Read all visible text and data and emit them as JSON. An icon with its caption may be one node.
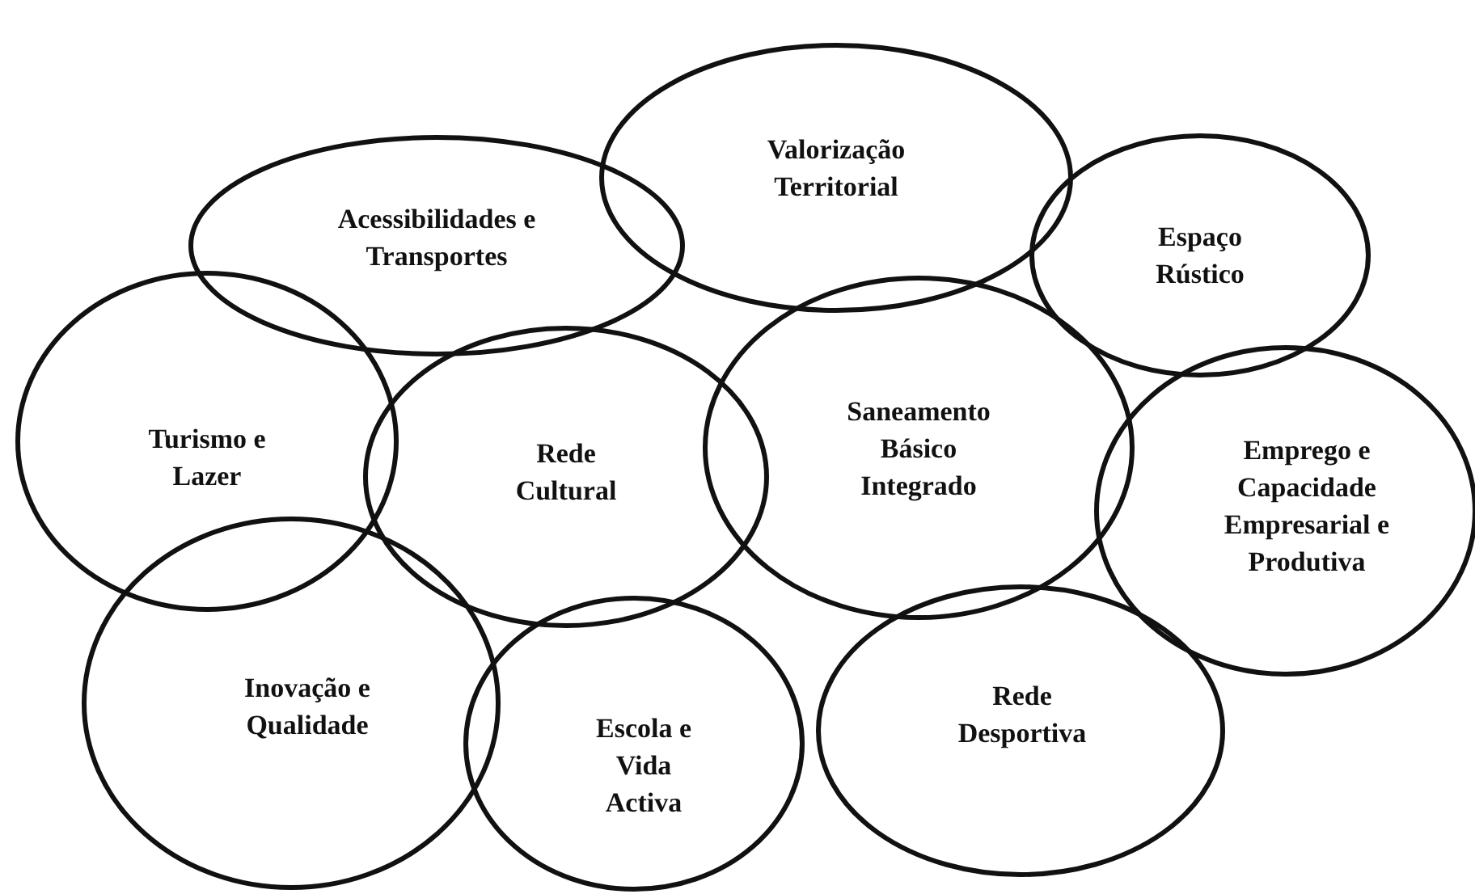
{
  "diagram": {
    "nodes": [
      {
        "text": [
          "Valorização Territorial"
        ]
      },
      {
        "text": [
          "Acessibilidades e Transportes"
        ]
      },
      {
        "text": [
          "Espaço Rústico"
        ]
      },
      {
        "text": [
          "Turismo e Lazer"
        ]
      },
      {
        "text": [
          "Rede Cultural"
        ]
      },
      {
        "text": [
          "Saneamento Básico Integrado"
        ]
      },
      {
        "text": [
          "Emprego e Capacidade Empresarial e Produtiva"
        ]
      },
      {
        "text": [
          "Inovação e Qualidade"
        ]
      },
      {
        "text": [
          "Escola e Vida Activa"
        ]
      },
      {
        "text": [
          "Rede Desportiva"
        ]
      }
    ]
  }
}
